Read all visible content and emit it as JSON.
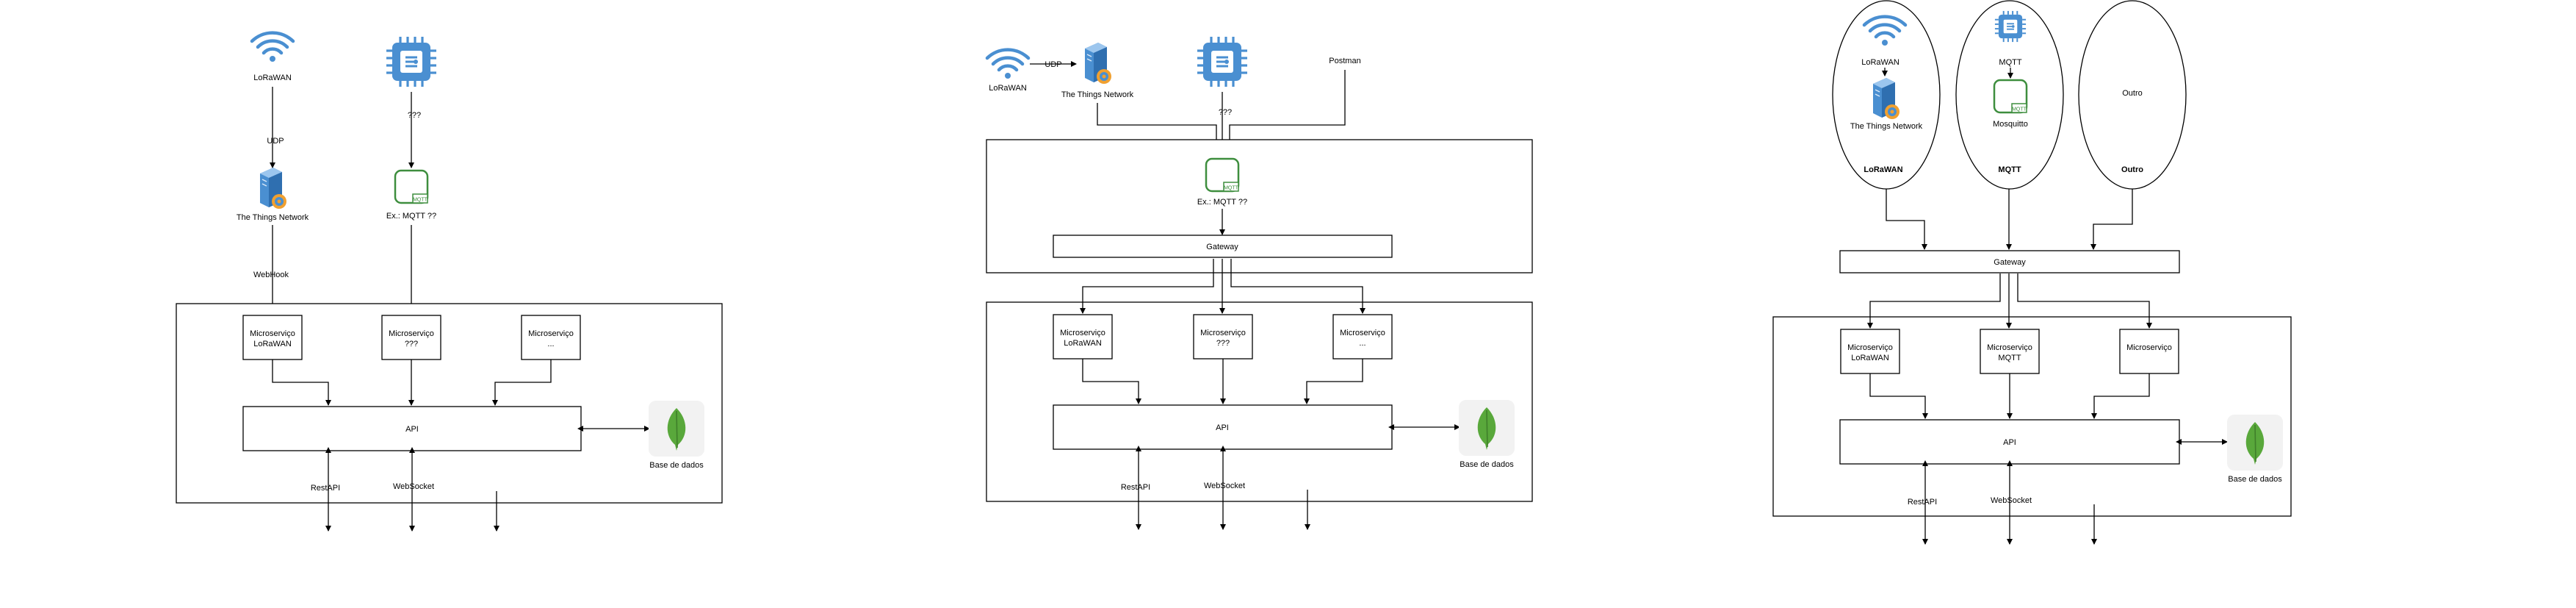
{
  "d1": {
    "lorawan": "LoRaWAN",
    "udp": "UDP",
    "ttn": "The Things Network",
    "webhook": "WebHook",
    "unknown": "???",
    "mqtt_ex": "Ex.: MQTT ??",
    "ms1_l1": "Microserviço",
    "ms1_l2": "LoRaWAN",
    "ms2_l1": "Microserviço",
    "ms2_l2": "???",
    "ms3_l1": "Microserviço",
    "ms3_l2": "...",
    "api": "API",
    "db": "Base de dados",
    "restapi": "RestAPI",
    "websocket": "WebSocket"
  },
  "d2": {
    "lorawan": "LoRaWAN",
    "udp": "UDP",
    "ttn": "The Things Network",
    "unknown": "???",
    "postman": "Postman",
    "mqtt_ex": "Ex.: MQTT ??",
    "gateway": "Gateway",
    "ms1_l1": "Microserviço",
    "ms1_l2": "LoRaWAN",
    "ms2_l1": "Microserviço",
    "ms2_l2": "???",
    "ms3_l1": "Microserviço",
    "ms3_l2": "...",
    "api": "API",
    "db": "Base de dados",
    "restapi": "RestAPI",
    "websocket": "WebSocket"
  },
  "d3": {
    "lorawan": "LoRaWAN",
    "ttn": "The Things Network",
    "group1": "LoRaWAN",
    "mqtt": "MQTT",
    "mosquitto": "Mosquitto",
    "group2": "MQTT",
    "outro": "Outro",
    "group3": "Outro",
    "gateway": "Gateway",
    "ms1_l1": "Microserviço",
    "ms1_l2": "LoRaWAN",
    "ms2_l1": "Microserviço",
    "ms2_l2": "MQTT",
    "ms3_l1": "Microserviço",
    "api": "API",
    "db": "Base de dados",
    "restapi": "RestAPI",
    "websocket": "WebSocket"
  },
  "icons": {
    "colors": {
      "blue": "#4a8fd1",
      "green": "#3e8e3e",
      "leaf": "#59a83b"
    }
  }
}
